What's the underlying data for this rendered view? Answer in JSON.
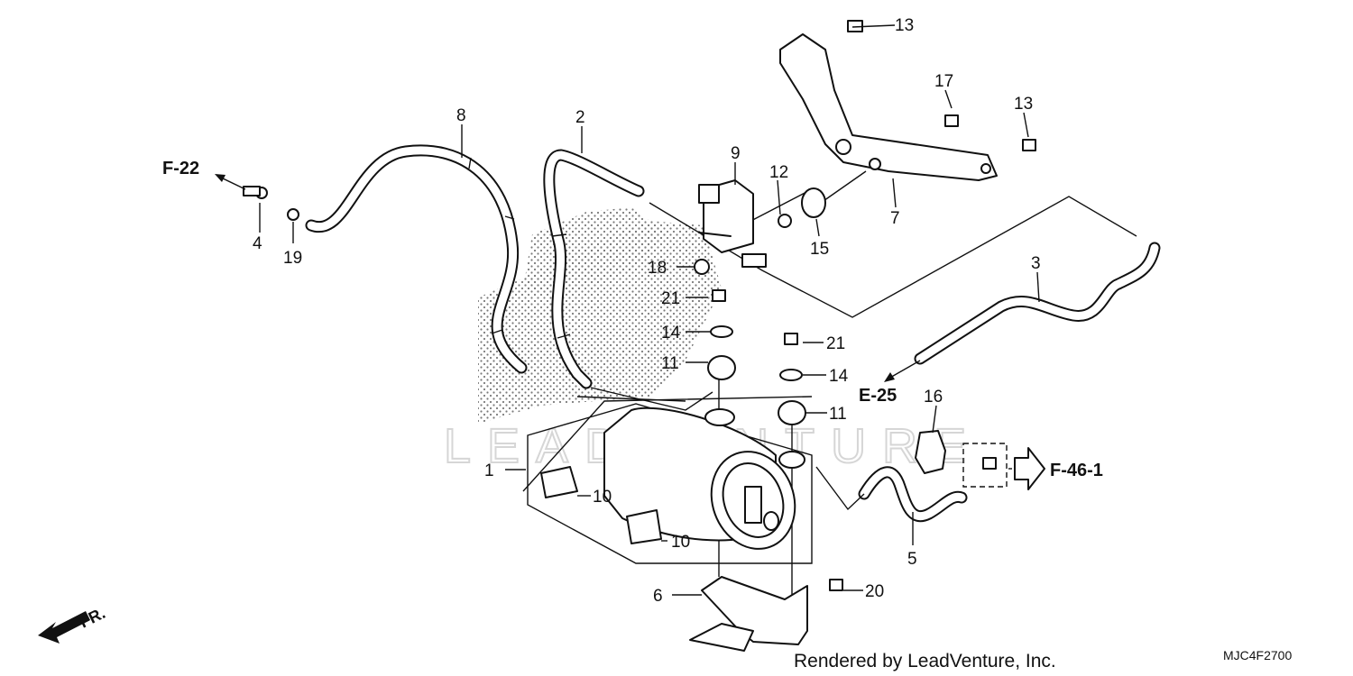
{
  "diagram": {
    "part_callouts": {
      "p1": "1",
      "p2": "2",
      "p3": "3",
      "p4": "4",
      "p5": "5",
      "p6": "6",
      "p7": "7",
      "p8": "8",
      "p9": "9",
      "p10a": "10",
      "p10b": "10",
      "p11a": "11",
      "p11b": "11",
      "p12": "12",
      "p13a": "13",
      "p13b": "13",
      "p14a": "14",
      "p14b": "14",
      "p15": "15",
      "p16": "16",
      "p17": "17",
      "p18": "18",
      "p19": "19",
      "p20": "20",
      "p21a": "21",
      "p21b": "21"
    },
    "section_refs": {
      "f22": "F-22",
      "e25": "E-25",
      "f461": "F-46-1"
    },
    "front_marker": "FR.",
    "watermark": "LEADVENTURE",
    "credit": "Rendered by LeadVenture, Inc.",
    "drawing_code": "MJC4F2700"
  },
  "colors": {
    "ink": "#111111",
    "watermark": "#d6d6d6",
    "background": "#ffffff"
  }
}
